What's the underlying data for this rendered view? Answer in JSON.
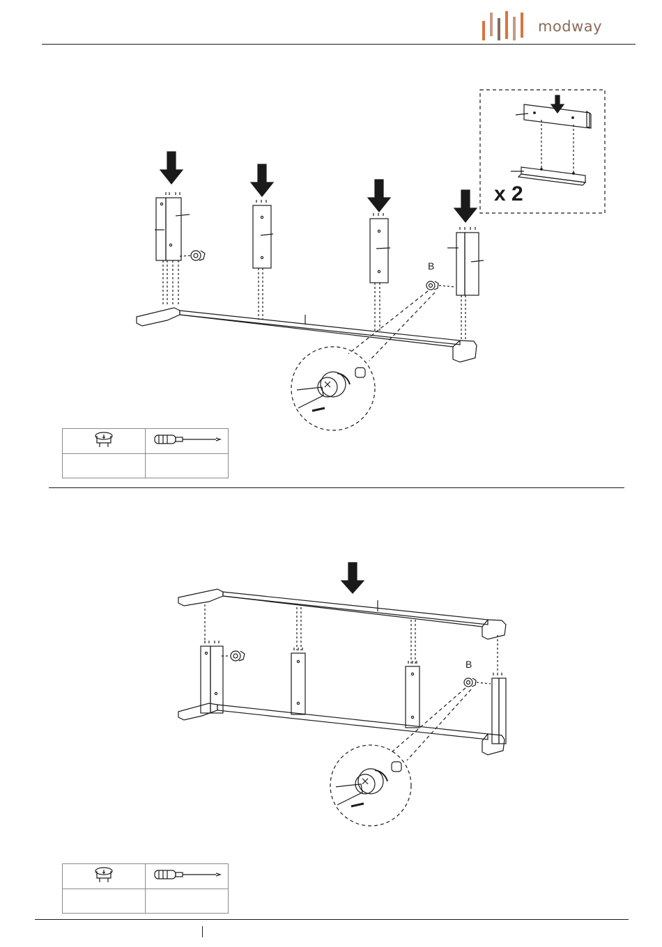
{
  "brand": {
    "name": "modway",
    "bar_colors": [
      "#d9743e",
      "#c49a86",
      "#8a6a5a",
      "#d9743e",
      "#c49a86",
      "#8a6a5a"
    ]
  },
  "step1": {
    "cam_lock_label": "B",
    "multiplier": "x 2",
    "parts_table": {
      "icons": [
        "cam-lock-icon",
        "screwdriver-icon"
      ],
      "quantities": [
        "",
        ""
      ]
    }
  },
  "step2": {
    "cam_lock_label": "B",
    "parts_table": {
      "icons": [
        "cam-lock-icon",
        "screwdriver-icon"
      ],
      "quantities": [
        "",
        ""
      ]
    }
  }
}
